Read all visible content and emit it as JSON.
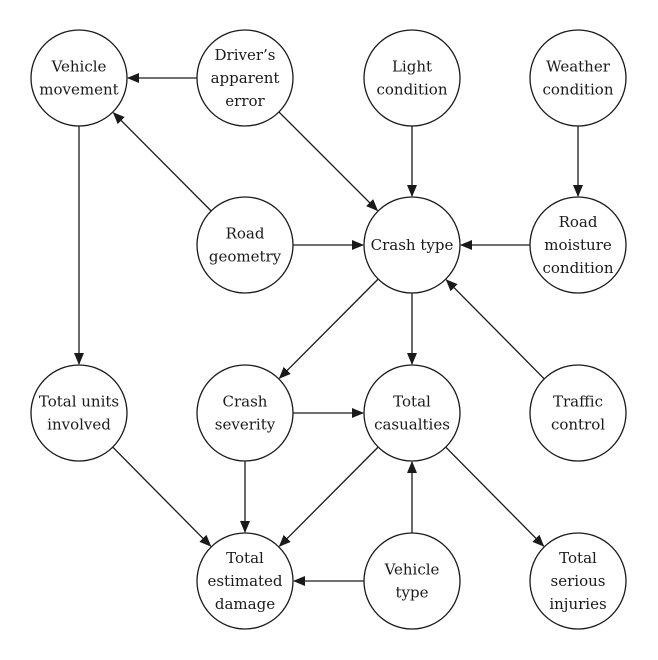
{
  "nodes": [
    {
      "id": "vehicle_movement",
      "lines": [
        "Vehicle",
        "movement"
      ]
    },
    {
      "id": "drivers_error",
      "lines": [
        "Driver’s",
        "apparent",
        "error"
      ]
    },
    {
      "id": "light_condition",
      "lines": [
        "Light",
        "condition"
      ]
    },
    {
      "id": "weather_condition",
      "lines": [
        "Weather",
        "condition"
      ]
    },
    {
      "id": "road_geometry",
      "lines": [
        "Road",
        "geometry"
      ]
    },
    {
      "id": "crash_type",
      "lines": [
        "Crash type"
      ]
    },
    {
      "id": "road_moisture",
      "lines": [
        "Road",
        "moisture",
        "condition"
      ]
    },
    {
      "id": "total_units",
      "lines": [
        "Total units",
        "involved"
      ]
    },
    {
      "id": "crash_severity",
      "lines": [
        "Crash",
        "severity"
      ]
    },
    {
      "id": "total_casualties",
      "lines": [
        "Total",
        "casualties"
      ]
    },
    {
      "id": "traffic_control",
      "lines": [
        "Traffic",
        "control"
      ]
    },
    {
      "id": "total_damage",
      "lines": [
        "Total",
        "estimated",
        "damage"
      ]
    },
    {
      "id": "vehicle_type",
      "lines": [
        "Vehicle",
        "type"
      ]
    },
    {
      "id": "serious_injuries",
      "lines": [
        "Total",
        "serious",
        "injuries"
      ]
    }
  ],
  "edges": [
    {
      "from": "drivers_error",
      "to": "vehicle_movement"
    },
    {
      "from": "road_geometry",
      "to": "vehicle_movement"
    },
    {
      "from": "vehicle_movement",
      "to": "total_units"
    },
    {
      "from": "drivers_error",
      "to": "crash_type"
    },
    {
      "from": "light_condition",
      "to": "crash_type"
    },
    {
      "from": "weather_condition",
      "to": "road_moisture"
    },
    {
      "from": "road_moisture",
      "to": "crash_type"
    },
    {
      "from": "road_geometry",
      "to": "crash_type"
    },
    {
      "from": "traffic_control",
      "to": "crash_type"
    },
    {
      "from": "crash_type",
      "to": "crash_severity"
    },
    {
      "from": "crash_type",
      "to": "total_casualties"
    },
    {
      "from": "crash_severity",
      "to": "total_casualties"
    },
    {
      "from": "crash_severity",
      "to": "total_damage"
    },
    {
      "from": "total_units",
      "to": "total_damage"
    },
    {
      "from": "total_casualties",
      "to": "total_damage"
    },
    {
      "from": "total_casualties",
      "to": "serious_injuries"
    },
    {
      "from": "vehicle_type",
      "to": "total_casualties"
    },
    {
      "from": "vehicle_type",
      "to": "total_damage"
    }
  ]
}
